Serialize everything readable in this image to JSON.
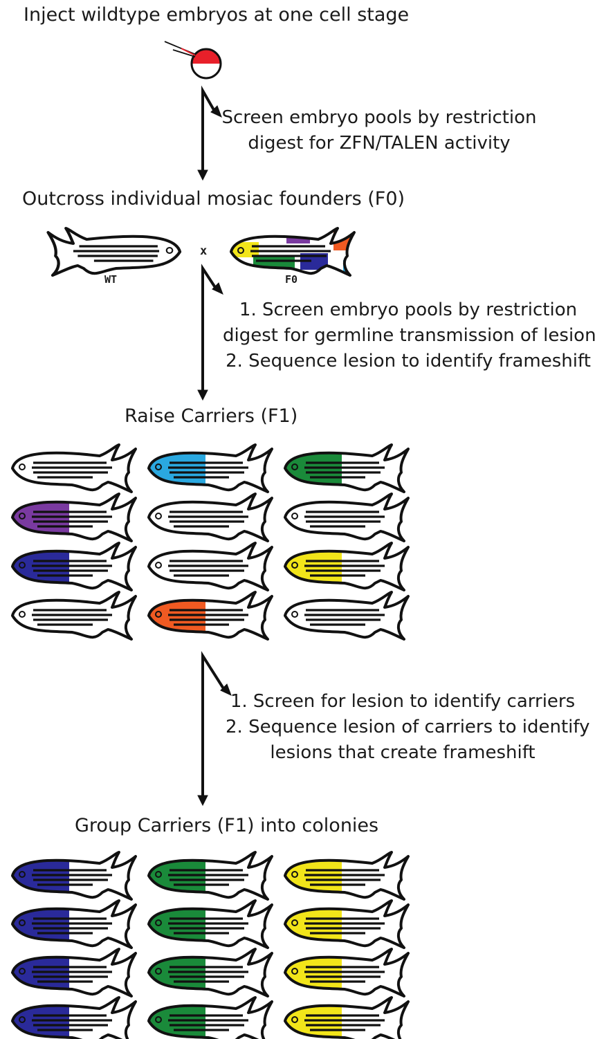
{
  "steps": {
    "inject": "Inject wildtype embryos at one cell stage",
    "screen1": [
      "Screen embryo pools by restriction",
      "digest for ZFN/TALEN activity"
    ],
    "outcross": "Outcross individual mosiac founders (F0)",
    "screen2": [
      "1. Screen embryo pools by restriction",
      "digest for germline transmission of lesion",
      "2. Sequence lesion to identify frameshift"
    ],
    "raise": "Raise Carriers (F1)",
    "screen3": [
      "1. Screen for lesion to identify carriers",
      "2. Sequence lesion of carriers to identify",
      "lesions that create frameshift"
    ],
    "group": "Group Carriers (F1) into colonies"
  },
  "cross": {
    "wt_label": "WT",
    "f0_label": "F0",
    "cross_symbol": "x"
  },
  "colors": {
    "outline": "#111111",
    "embryo_cell": "#e8202a",
    "light_blue": "#2aa8e0",
    "green": "#1a8a3a",
    "purple": "#7a3aa0",
    "dark_blue": "#2a2a9a",
    "yellow": "#f2e51a",
    "orange": "#f05a22",
    "white": "#ffffff"
  },
  "f1_grid": [
    [
      "white",
      "light_blue",
      "green"
    ],
    [
      "purple",
      "white",
      "white"
    ],
    [
      "dark_blue",
      "white",
      "yellow"
    ],
    [
      "white",
      "orange",
      "white"
    ]
  ],
  "colony_grid": [
    [
      "dark_blue",
      "green",
      "yellow"
    ],
    [
      "dark_blue",
      "green",
      "yellow"
    ],
    [
      "dark_blue",
      "green",
      "yellow"
    ],
    [
      "dark_blue",
      "green",
      "yellow"
    ]
  ]
}
